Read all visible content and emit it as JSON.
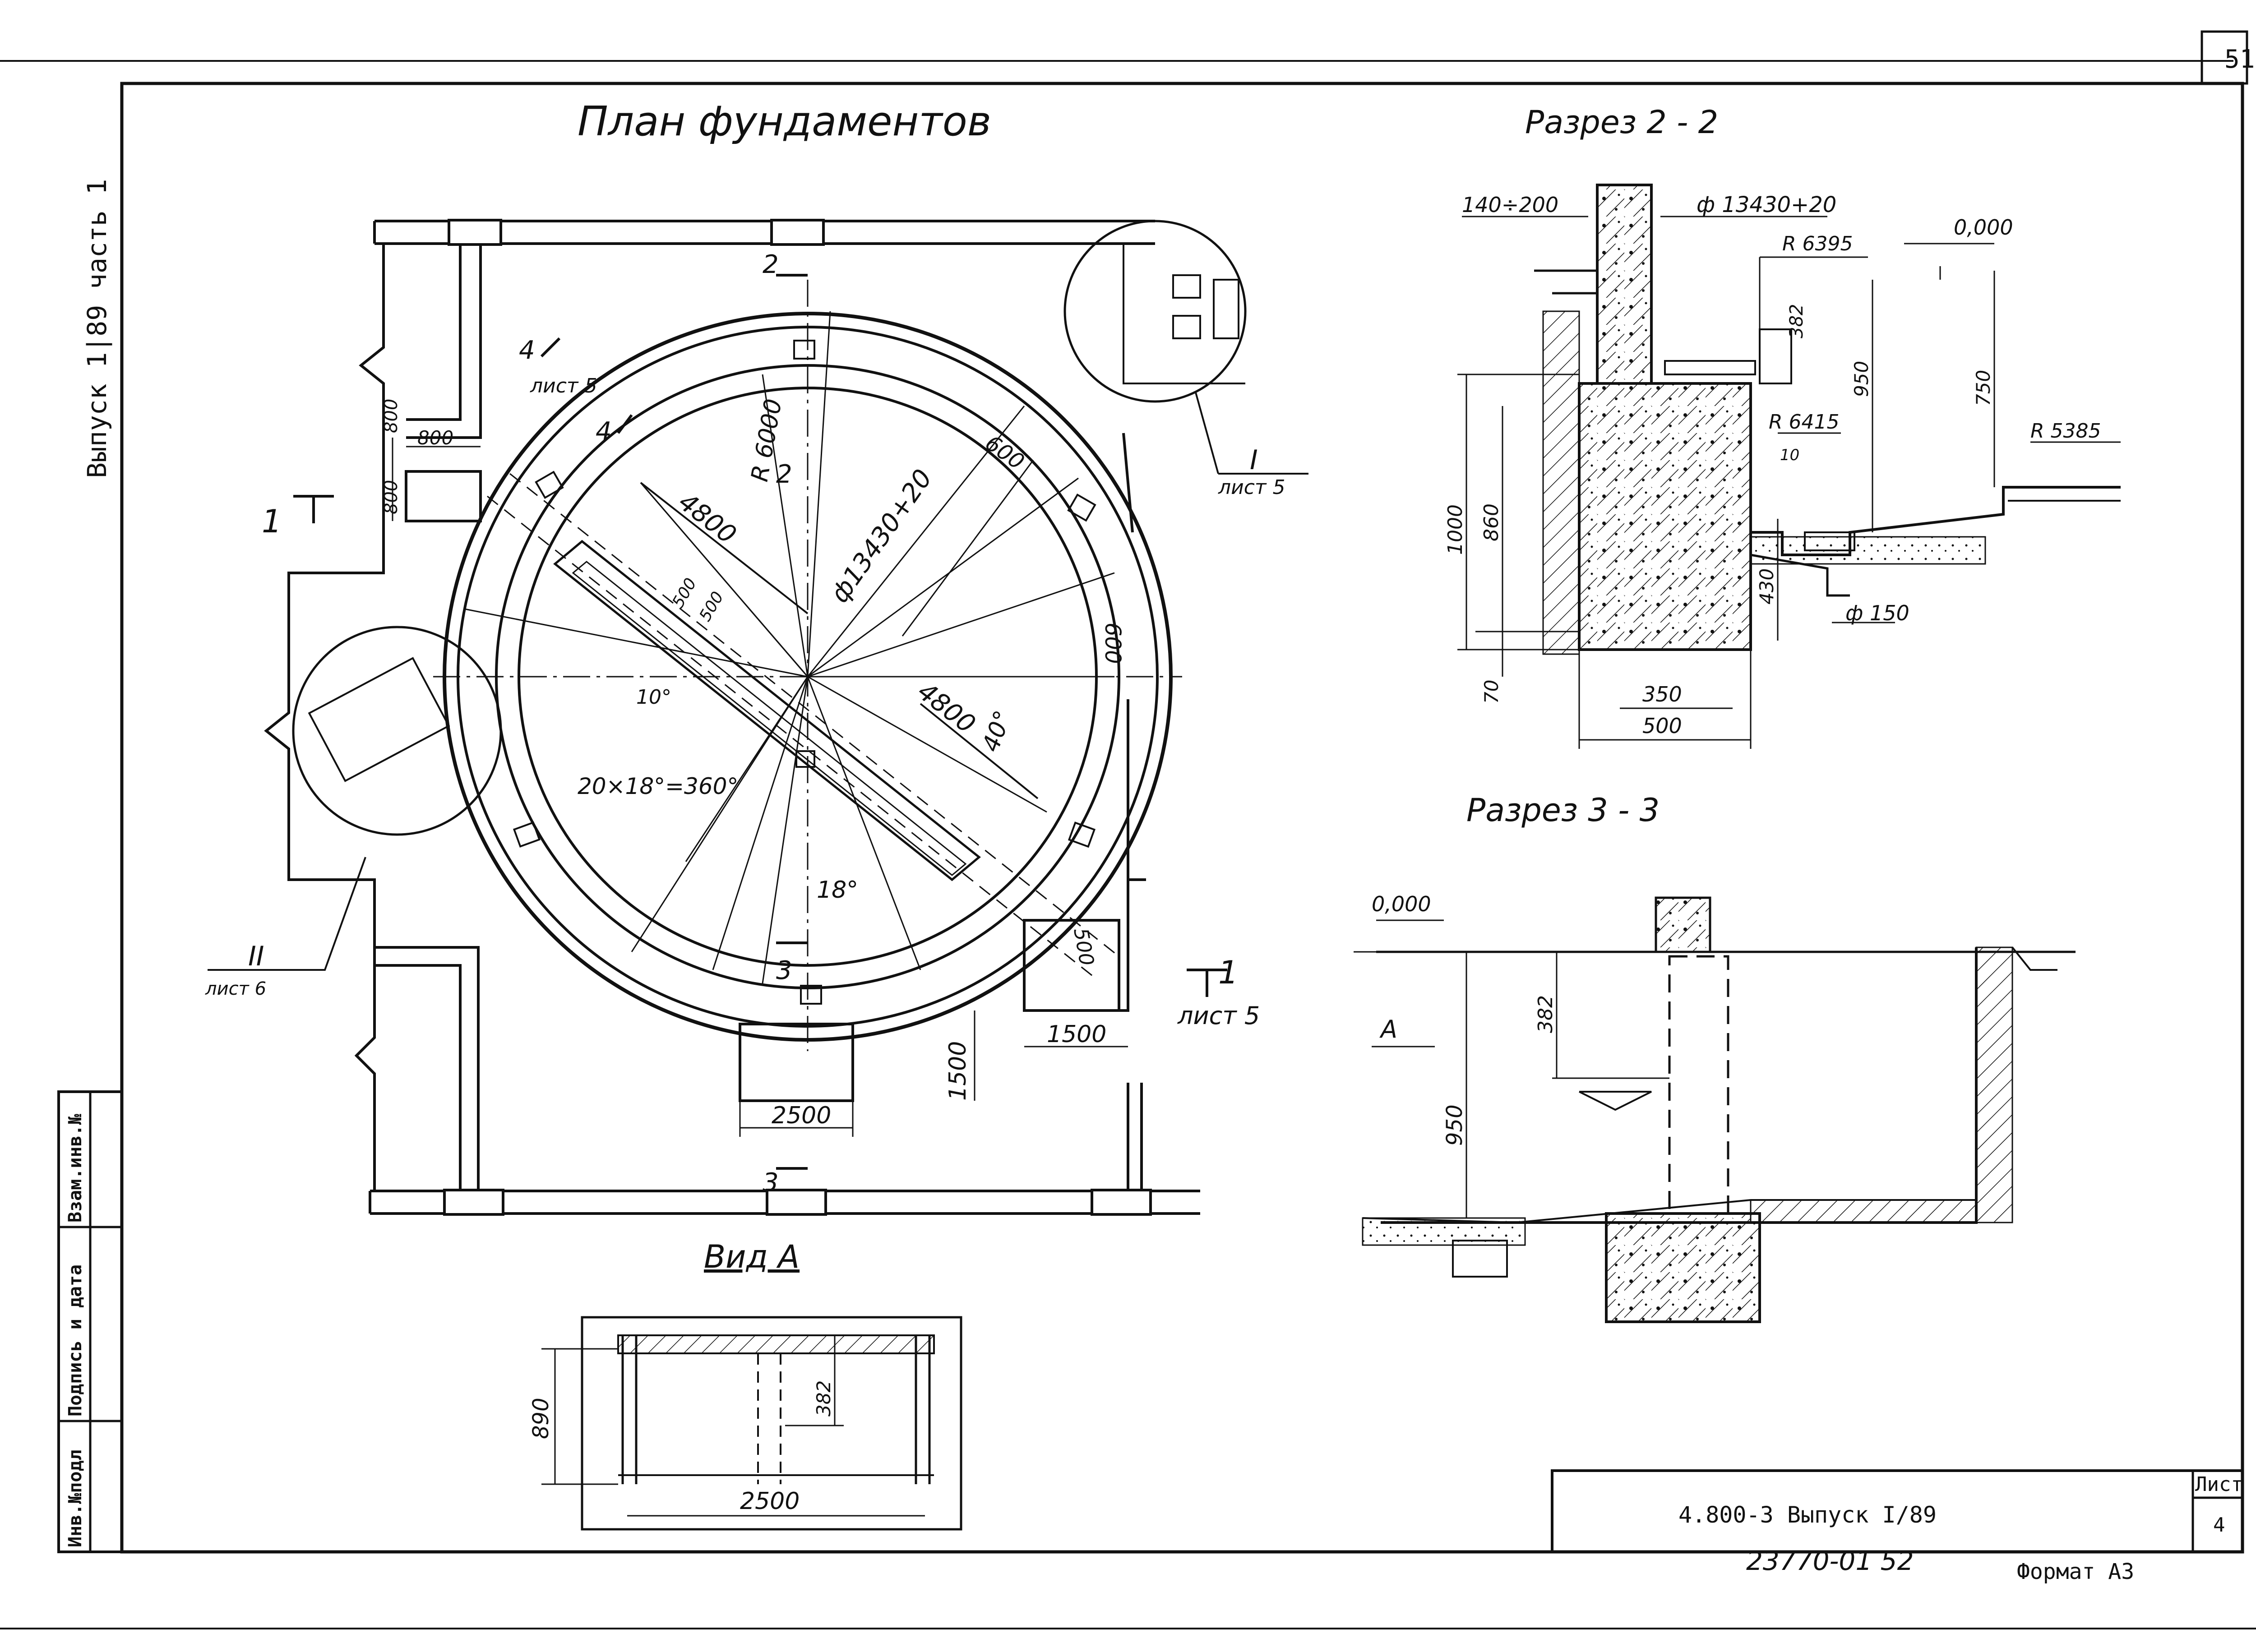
{
  "sheet": {
    "page_number": "51",
    "side_label": "Выпуск 1|89 часть 1",
    "stamp_cols": [
      "Инв.№подл",
      "Подпись и дата",
      "Взам.инв.№"
    ],
    "code": "4.800-3  Выпуск I/89",
    "list_label": "Лист",
    "list_number": "4",
    "archive": "23770-01  52",
    "format": "Формат А3"
  },
  "plan": {
    "title": "План фундаментов",
    "labels": {
      "cut1": "1",
      "cut1b": "1",
      "cut1_sheet": "лист 5",
      "cut2_top": "2",
      "cut2_mid": "2",
      "cut3_mid": "3",
      "cut3_bot": "3",
      "cut4": "4",
      "cut4b": "4",
      "cut4_sheet": "лист 5",
      "node1": "I",
      "node1_sheet": "лист 5",
      "node2": "II",
      "node2_sheet": "лист 6"
    },
    "dims": {
      "d800a": "800",
      "d800b": "800",
      "d800c": "800",
      "r6000": "R 6000",
      "d4800a": "4800",
      "d4800b": "4800",
      "diam": "ф13430+20",
      "d600a": "600",
      "d600b": "600",
      "d500a": "500",
      "d500b": "500",
      "d500c": "500",
      "a10": "10°",
      "a40": "40°",
      "a18": "18°",
      "div": "20×18°=360°",
      "d1500a": "1500",
      "d1500b": "1500",
      "d2500": "2500"
    }
  },
  "section22": {
    "title": "Разрез 2 - 2",
    "labels": {
      "wall": "140÷200",
      "diam": "ф 13430+20",
      "lvl": "0,000",
      "r6395": "R 6395",
      "r6415": "R 6415",
      "r5385": "R 5385",
      "d382": "382",
      "d950": "950",
      "d750": "750",
      "d10": "10",
      "d1000": "1000",
      "d860": "860",
      "d430": "430",
      "d70": "70",
      "d350": "350",
      "d500": "500",
      "d150": "ф 150"
    }
  },
  "section33": {
    "title": "Разрез 3 - 3",
    "labels": {
      "lvl": "0,000",
      "d382": "382",
      "d950": "950",
      "viewA": "А"
    }
  },
  "viewA": {
    "title": "Вид А",
    "labels": {
      "d890": "890",
      "d382": "382",
      "d2500": "2500"
    }
  }
}
